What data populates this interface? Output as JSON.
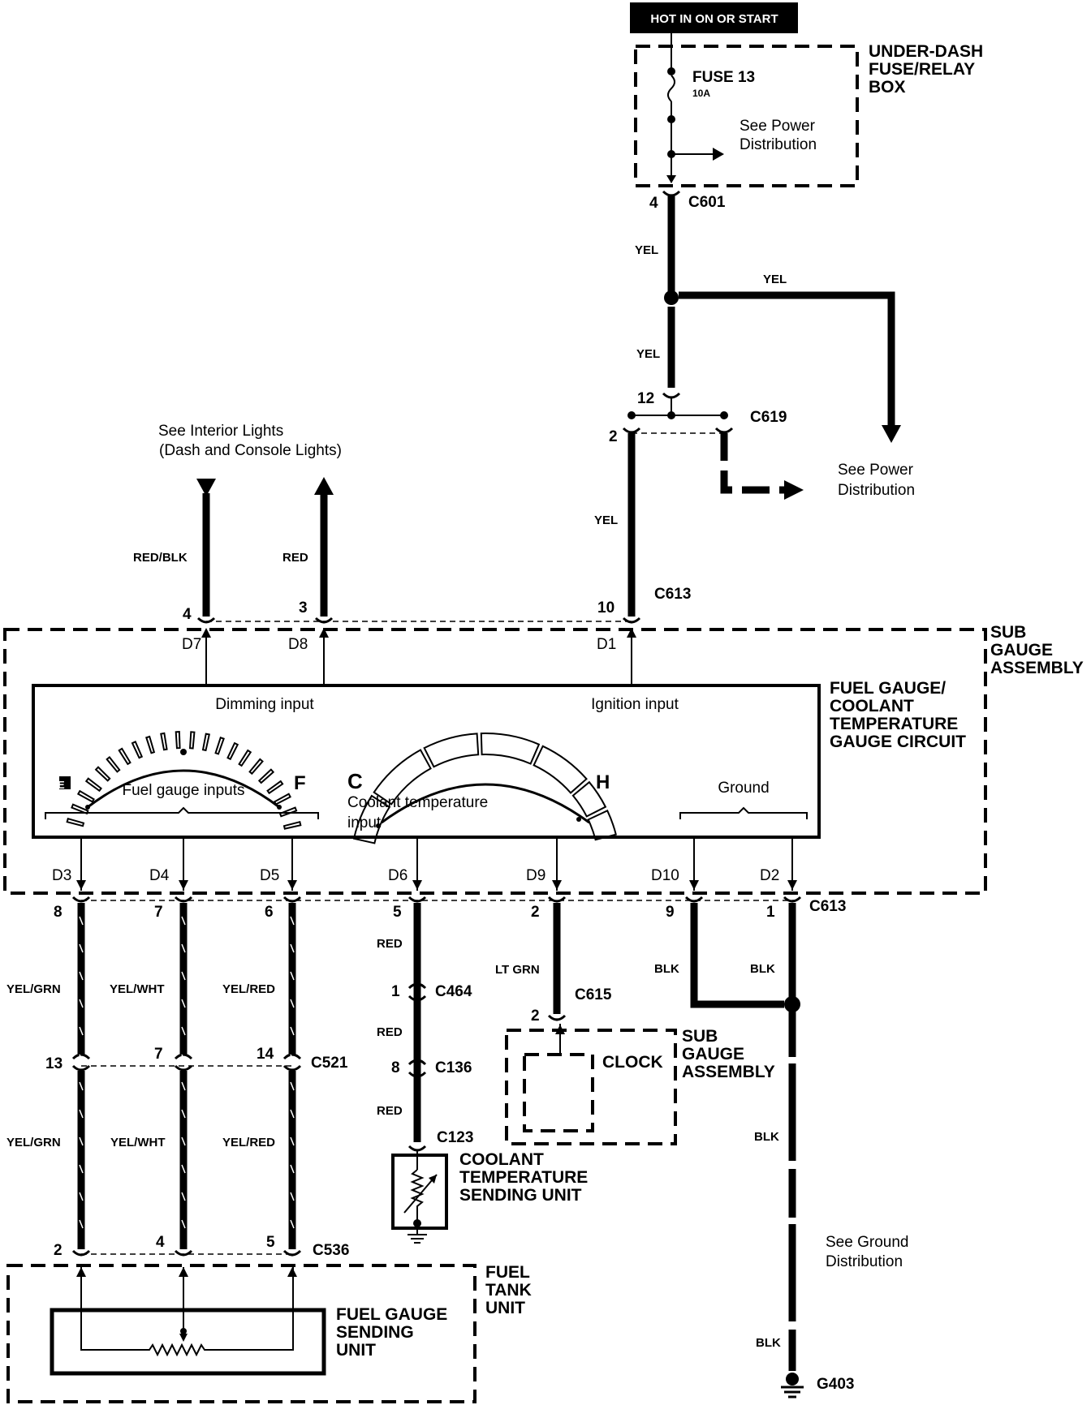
{
  "header": {
    "hot_label": "HOT IN ON OR START"
  },
  "fuse_box": {
    "title": "UNDER-DASH\nFUSE/RELAY\nBOX",
    "fuse_name": "FUSE 13",
    "fuse_rating": "10A",
    "see_power": "See Power\nDistribution"
  },
  "connectors": {
    "c601": "C601",
    "c601_pin": "4",
    "c619": "C619",
    "c619_pin_in": "12",
    "c619_pin_out": "2",
    "c613_top": "C613",
    "c613_pin_top": "10",
    "c613_bottom": "C613",
    "c464": "C464",
    "c464_pin": "1",
    "c136": "C136",
    "c136_pin": "8",
    "c123": "C123",
    "c615": "C615",
    "c615_pin": "2",
    "c521": "C521",
    "c536": "C536",
    "g403": "G403"
  },
  "wires": {
    "yel": "YEL",
    "red_blk": "RED/BLK",
    "red": "RED",
    "yel_grn": "YEL/GRN",
    "yel_wht": "YEL/WHT",
    "yel_red": "YEL/RED",
    "lt_grn": "LT GRN",
    "blk": "BLK"
  },
  "notes": {
    "interior_lights": "See Interior Lights\n(Dash and Console Lights)",
    "power_dist": "See Power\nDistribution",
    "ground_dist": "See Ground\nDistribution"
  },
  "sub_gauge": {
    "title": "SUB\nGAUGE\nASSEMBLY",
    "circuit_title": "FUEL GAUGE/\nCOOLANT\nTEMPERATURE\nGAUGE CIRCUIT",
    "dimming": "Dimming input",
    "ignition": "Ignition input",
    "fuel_inputs": "Fuel gauge inputs",
    "coolant_input": "Coolant temperature\ninput",
    "ground": "Ground",
    "gauge_e": "E",
    "gauge_f": "F",
    "gauge_c": "C",
    "gauge_h": "H",
    "pins_top": [
      "D7",
      "D8",
      "D1"
    ],
    "pins_bottom": [
      "D3",
      "D4",
      "D5",
      "D6",
      "D9",
      "D10",
      "D2"
    ],
    "pin_numbers_top": [
      "4",
      "3"
    ],
    "pin_numbers_bottom": [
      "8",
      "7",
      "6",
      "5",
      "2",
      "9",
      "1"
    ]
  },
  "c521_pins": [
    "13",
    "7",
    "14"
  ],
  "c536_pins": [
    "2",
    "4",
    "5"
  ],
  "clock_box": {
    "title": "SUB\nGAUGE\nASSEMBLY",
    "clock": "CLOCK"
  },
  "coolant_unit": "COOLANT\nTEMPERATURE\nSENDING UNIT",
  "fuel_tank": {
    "title": "FUEL\nTANK\nUNIT",
    "sender": "FUEL GAUGE\nSENDING\nUNIT"
  }
}
